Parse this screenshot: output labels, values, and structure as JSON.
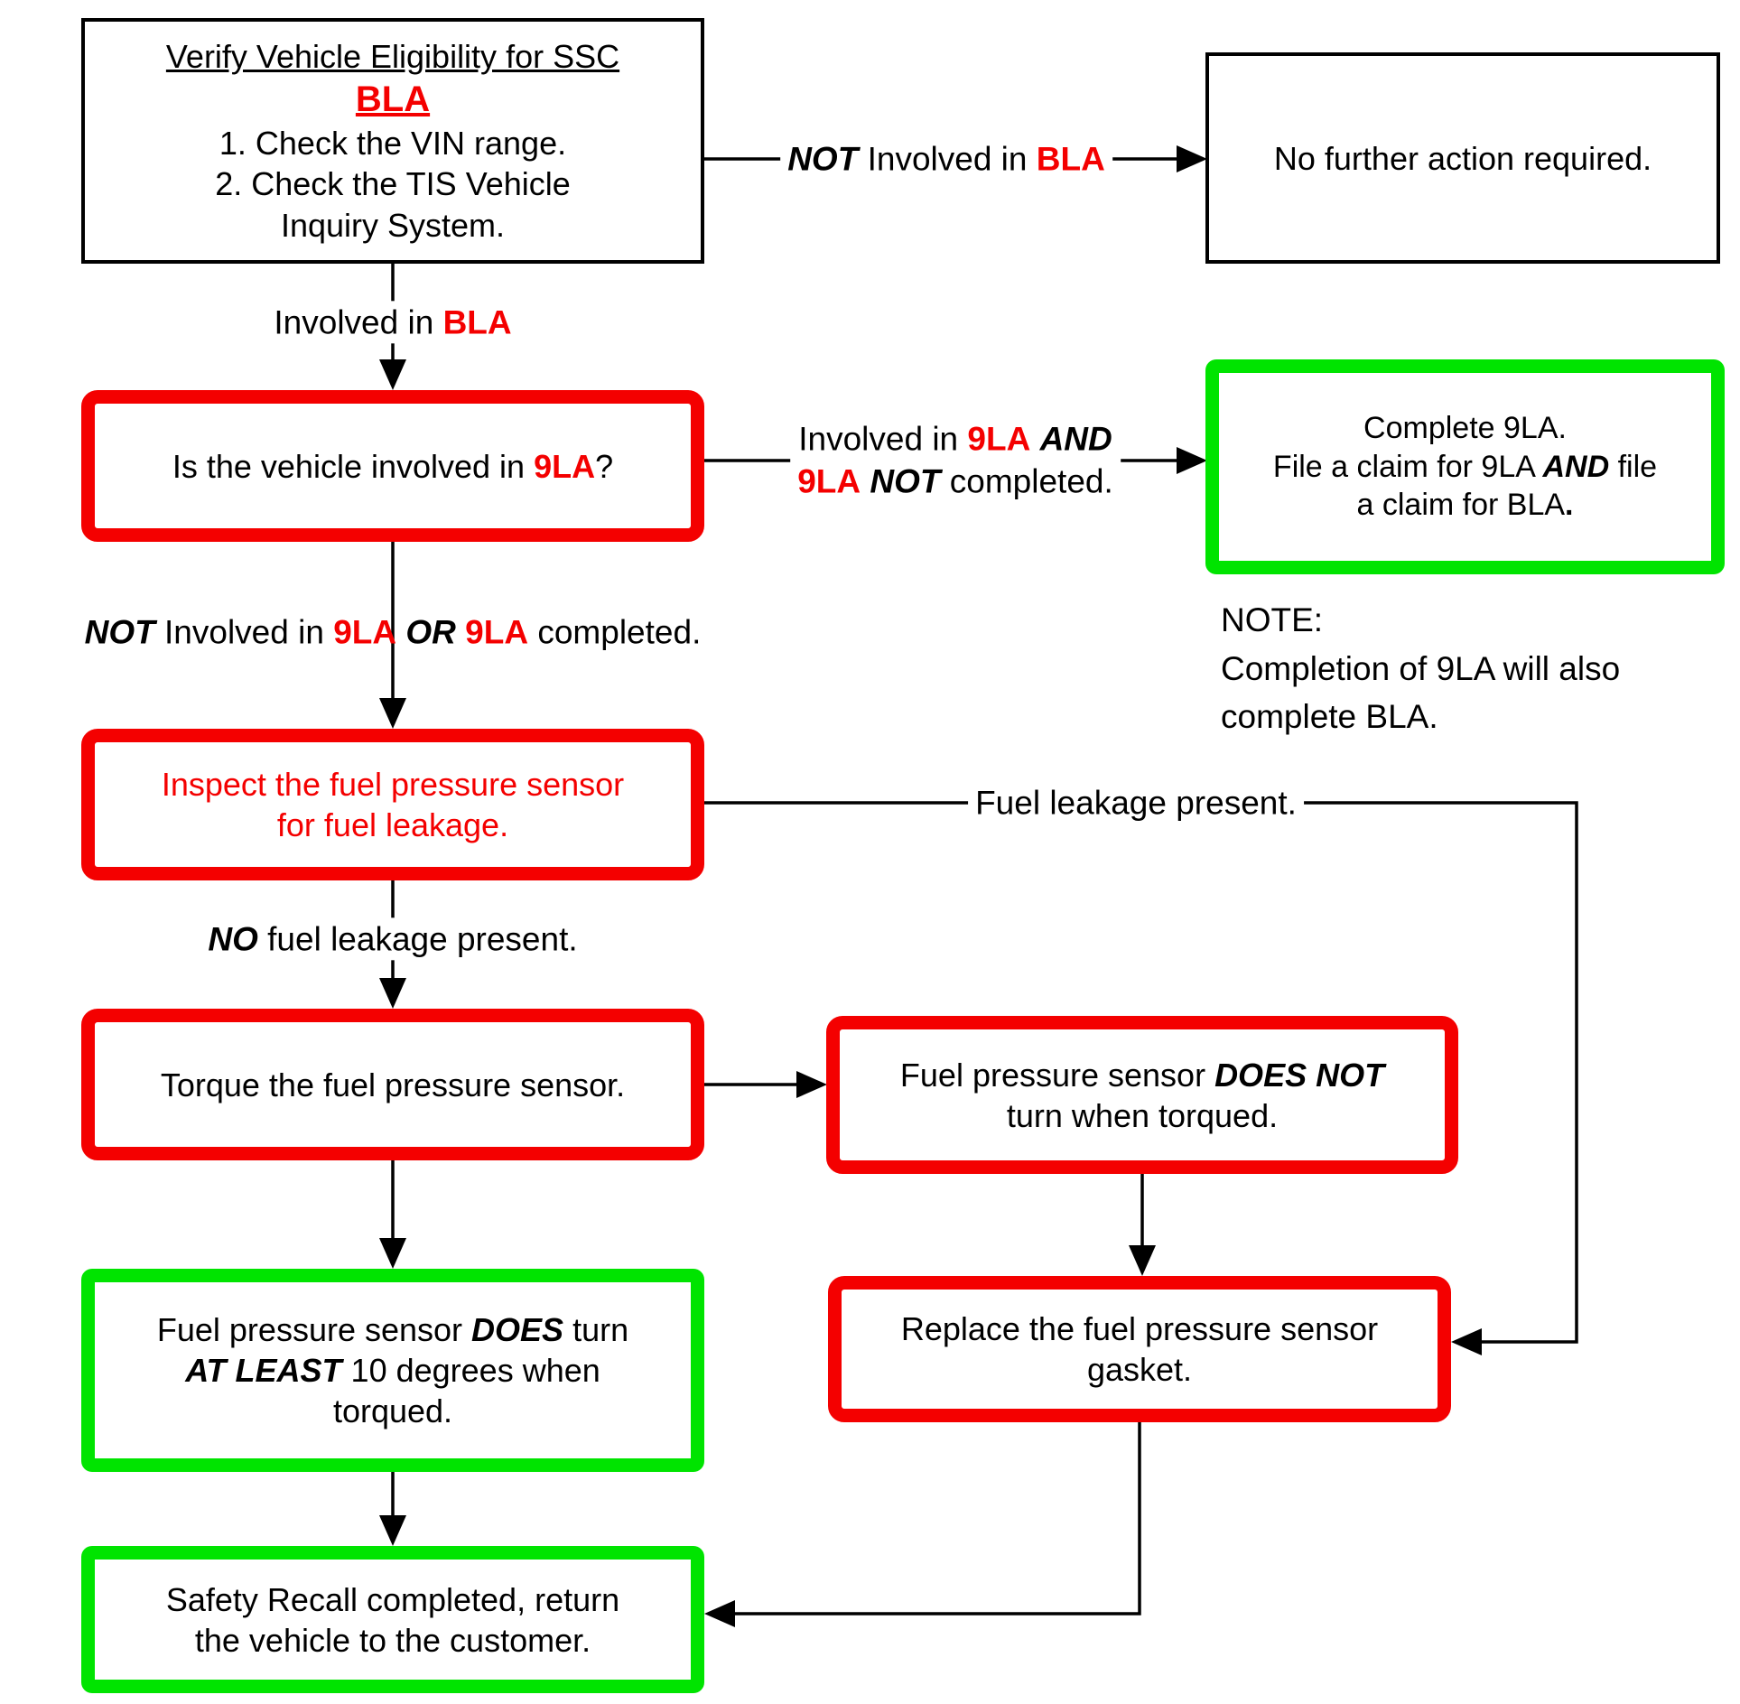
{
  "colors": {
    "red": "#f40000",
    "green": "#00e400",
    "line": "#000000"
  },
  "boxes": {
    "verify_eligibility": {
      "lines": [
        [
          {
            "t": "Verify Vehicle Eligibility for SSC",
            "c": "u"
          }
        ],
        [
          {
            "t": "BLA",
            "c": "red b u big"
          }
        ],
        [
          {
            "t": "1. Check the VIN range.",
            "c": ""
          }
        ],
        [
          {
            "t": "2. Check the TIS Vehicle",
            "c": ""
          }
        ],
        [
          {
            "t": "Inquiry System.",
            "c": ""
          }
        ]
      ]
    },
    "no_further_action": {
      "lines": [
        [
          {
            "t": "No further action required.",
            "c": ""
          }
        ]
      ]
    },
    "involved_9la_question": {
      "lines": [
        [
          {
            "t": "Is the vehicle involved in ",
            "c": ""
          },
          {
            "t": "9LA",
            "c": "red b"
          },
          {
            "t": "?",
            "c": ""
          }
        ]
      ]
    },
    "complete_9la": {
      "lines": [
        [
          {
            "t": "Complete 9LA.",
            "c": ""
          }
        ],
        [
          {
            "t": "File a claim for 9LA ",
            "c": ""
          },
          {
            "t": "AND",
            "c": "b i"
          },
          {
            "t": " file",
            "c": ""
          }
        ],
        [
          {
            "t": "a claim for BLA",
            "c": ""
          },
          {
            "t": ".",
            "c": "b"
          }
        ]
      ]
    },
    "inspect_sensor": {
      "lines": [
        [
          {
            "t": "Inspect the fuel pressure sensor",
            "c": "red"
          }
        ],
        [
          {
            "t": "for fuel leakage.",
            "c": "red"
          }
        ]
      ]
    },
    "torque_sensor": {
      "lines": [
        [
          {
            "t": "Torque the fuel pressure sensor.",
            "c": ""
          }
        ]
      ]
    },
    "does_not_turn": {
      "lines": [
        [
          {
            "t": "Fuel pressure sensor ",
            "c": ""
          },
          {
            "t": "DOES NOT",
            "c": "b i"
          }
        ],
        [
          {
            "t": "turn when torqued.",
            "c": ""
          }
        ]
      ]
    },
    "replace_gasket": {
      "lines": [
        [
          {
            "t": "Replace the fuel pressure sensor",
            "c": ""
          }
        ],
        [
          {
            "t": "gasket.",
            "c": ""
          }
        ]
      ]
    },
    "does_turn": {
      "lines": [
        [
          {
            "t": "Fuel pressure sensor ",
            "c": ""
          },
          {
            "t": "DOES",
            "c": "b i"
          },
          {
            "t": " turn",
            "c": ""
          }
        ],
        [
          {
            "t": "AT LEAST",
            "c": "b i"
          },
          {
            "t": " 10 degrees when",
            "c": ""
          }
        ],
        [
          {
            "t": "torqued.",
            "c": ""
          }
        ]
      ]
    },
    "safety_recall_complete": {
      "lines": [
        [
          {
            "t": "Safety Recall completed, return",
            "c": ""
          }
        ],
        [
          {
            "t": "the vehicle to the customer.",
            "c": ""
          }
        ]
      ]
    }
  },
  "labels": {
    "not_involved_bla": {
      "lines": [
        [
          {
            "t": "NOT",
            "c": "b i"
          },
          {
            "t": " Involved in ",
            "c": ""
          },
          {
            "t": "BLA",
            "c": "red b"
          }
        ]
      ]
    },
    "involved_bla": {
      "lines": [
        [
          {
            "t": "Involved in ",
            "c": ""
          },
          {
            "t": "BLA",
            "c": "red b"
          }
        ]
      ]
    },
    "involved_9la_and": {
      "lines": [
        [
          {
            "t": "Involved in ",
            "c": ""
          },
          {
            "t": "9LA",
            "c": "red b"
          },
          {
            "t": " ",
            "c": ""
          },
          {
            "t": "AND",
            "c": "b i"
          }
        ],
        [
          {
            "t": "9LA",
            "c": "red b"
          },
          {
            "t": " ",
            "c": ""
          },
          {
            "t": "NOT",
            "c": "b i"
          },
          {
            "t": " completed.",
            "c": ""
          }
        ]
      ]
    },
    "not_involved_9la_or": {
      "lines": [
        [
          {
            "t": "NOT",
            "c": "b i"
          },
          {
            "t": " Involved in ",
            "c": ""
          },
          {
            "t": "9LA",
            "c": "red b"
          },
          {
            "t": " ",
            "c": ""
          },
          {
            "t": "OR",
            "c": "b i"
          },
          {
            "t": " ",
            "c": ""
          },
          {
            "t": "9LA",
            "c": "red b"
          },
          {
            "t": " completed.",
            "c": ""
          }
        ]
      ]
    },
    "fuel_leakage_present": {
      "lines": [
        [
          {
            "t": "Fuel leakage present.",
            "c": ""
          }
        ]
      ]
    },
    "no_fuel_leakage": {
      "lines": [
        [
          {
            "t": "NO",
            "c": "b i"
          },
          {
            "t": " fuel leakage present.",
            "c": ""
          }
        ]
      ]
    },
    "note": {
      "lines": [
        [
          {
            "t": "NOTE:",
            "c": ""
          }
        ],
        [
          {
            "t": "Completion of 9LA will also",
            "c": ""
          }
        ],
        [
          {
            "t": "complete BLA.",
            "c": ""
          }
        ]
      ]
    }
  }
}
